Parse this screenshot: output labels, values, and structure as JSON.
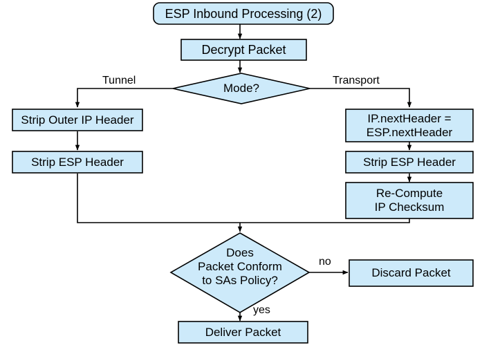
{
  "diagram": {
    "title": "ESP Inbound Processing (2)",
    "nodes": {
      "start": {
        "label": "ESP Inbound Processing (2)",
        "shape": "rounded-rectangle"
      },
      "decrypt": {
        "label": "Decrypt Packet",
        "shape": "rectangle"
      },
      "mode": {
        "label": "Mode?",
        "shape": "diamond"
      },
      "strip_outer_ip": {
        "label": "Strip Outer IP Header",
        "shape": "rectangle"
      },
      "strip_esp_left": {
        "label": "Strip ESP Header",
        "shape": "rectangle"
      },
      "next_header": {
        "label": "IP.nextHeader =\nESP.nextHeader",
        "line1": "IP.nextHeader =",
        "line2": "ESP.nextHeader",
        "shape": "rectangle"
      },
      "strip_esp_right": {
        "label": "Strip ESP Header",
        "shape": "rectangle"
      },
      "recompute": {
        "label": "Re-Compute\nIP Checksum",
        "line1": "Re-Compute",
        "line2": "IP Checksum",
        "shape": "rectangle"
      },
      "conform": {
        "label": "Does\nPacket Conform\nto SAs Policy?",
        "line1": "Does",
        "line2": "Packet Conform",
        "line3": "to SAs Policy?",
        "shape": "diamond"
      },
      "discard": {
        "label": "Discard Packet",
        "shape": "rectangle"
      },
      "deliver": {
        "label": "Deliver Packet",
        "shape": "rectangle"
      }
    },
    "edge_labels": {
      "tunnel": "Tunnel",
      "transport": "Transport",
      "no": "no",
      "yes": "yes"
    },
    "colors": {
      "node_fill": "#cdeafa",
      "node_stroke": "#000000",
      "connector": "#000000",
      "background": "#ffffff",
      "text": "#000000"
    }
  }
}
